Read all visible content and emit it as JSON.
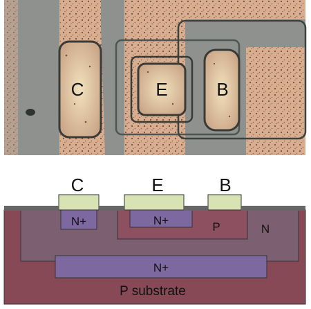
{
  "micrograph": {
    "labels": {
      "collector": "C",
      "emitter": "E",
      "base": "B"
    },
    "colors": {
      "background": "#8f928e",
      "metal": "#d8ab8e",
      "metal_speckle": "#6d5442",
      "contact_outline": "#3a3a36",
      "diffusion_edge": "#555a56"
    }
  },
  "cross_section": {
    "terminals": {
      "collector": "C",
      "emitter": "E",
      "base": "B"
    },
    "regions": {
      "collector_contact": "N+",
      "emitter": "N+",
      "base": "P",
      "epi": "N",
      "buried_layer": "N+",
      "substrate": "P substrate"
    },
    "colors": {
      "substrate": "#874955",
      "n_epi": "#7d5f72",
      "p_base": "#8c5060",
      "n_plus": "#7d68a0",
      "contact": "#d9e2b3",
      "oxide": "#666666",
      "outline": "#333333"
    }
  }
}
